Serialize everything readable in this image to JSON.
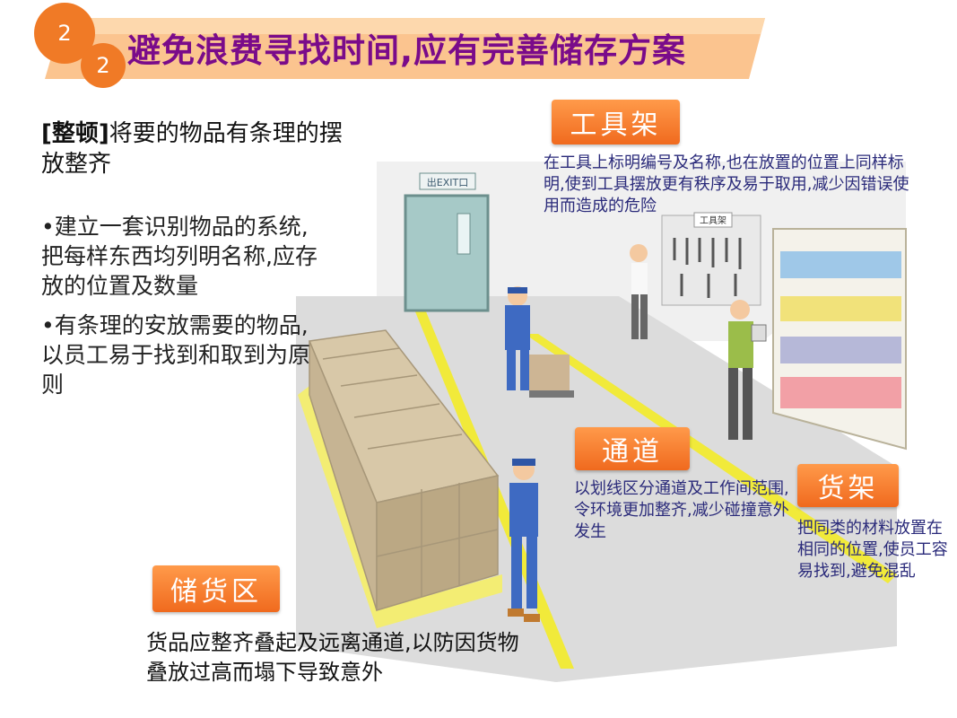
{
  "header": {
    "title": "避免浪费寻找时间,应有完善储存方案",
    "num_1": "2",
    "num_2": "2",
    "accent": "#f07a26",
    "title_color": "#7a0b8a"
  },
  "intro": {
    "label": "[整顿]",
    "text": "将要的物品有条理的摆放整齐"
  },
  "bullets": [
    "•建立一套识别物品的系统,把每样东西均列明名称,应存放的位置及数量",
    "•有条理的安放需要的物品,以员工易于找到和取到为原则"
  ],
  "tags": {
    "tools": "工具架",
    "aisle": "通道",
    "shelf": "货架",
    "storage": "储货区"
  },
  "descriptions": {
    "tools": "在工具上标明编号及名称,也在放置的位置上同样标明,使到工具摆放更有秩序及易于取用,减少因错误使用而造成的危险",
    "aisle": "以划线区分通道及工作间范围,令环境更加整齐,减少碰撞意外发生",
    "shelf": "把同类的材料放置在相同的位置,使员工容易找到,避免混乱",
    "storage": "货品应整齐叠起及远离通道,以防因货物叠放过高而塌下导致意外"
  },
  "scene": {
    "exit_sign": "出EXIT口",
    "tool_board_label": "工具架"
  }
}
